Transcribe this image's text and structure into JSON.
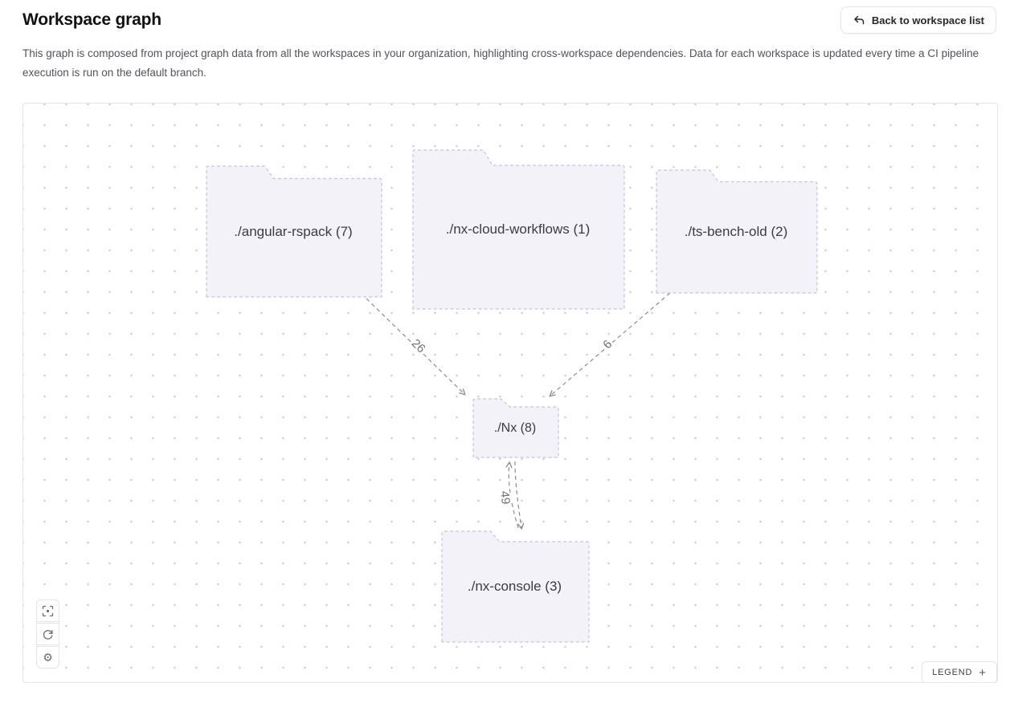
{
  "header": {
    "title": "Workspace graph",
    "back_button_label": "Back to workspace list",
    "description": "This graph is composed from project graph data from all the workspaces in your organization, highlighting cross-workspace dependencies. Data for each workspace is updated every time a CI pipeline execution is run on the default branch."
  },
  "graph": {
    "nodes": [
      {
        "id": "angular-rspack",
        "label": "./angular-rspack (7)"
      },
      {
        "id": "nx-cloud-workflows",
        "label": "./nx-cloud-workflows (1)"
      },
      {
        "id": "ts-bench-old",
        "label": "./ts-bench-old (2)"
      },
      {
        "id": "nx",
        "label": "./Nx (8)"
      },
      {
        "id": "nx-console",
        "label": "./nx-console (3)"
      }
    ],
    "edges": [
      {
        "from": "angular-rspack",
        "to": "nx",
        "label": "26"
      },
      {
        "from": "ts-bench-old",
        "to": "nx",
        "label": "6"
      },
      {
        "from": "nx",
        "to": "nx-console",
        "label": "49",
        "bidirectional": true
      }
    ],
    "colors": {
      "node_fill": "#f4f2f9",
      "node_border": "#c7c2db",
      "edge": "#8b8b94",
      "dot_grid": "#d4d2db"
    }
  },
  "toolbar": {
    "icons": [
      "focus-icon",
      "refresh-icon",
      "settings-icon"
    ]
  },
  "legend": {
    "label": "LEGEND",
    "expand_symbol": "+"
  }
}
